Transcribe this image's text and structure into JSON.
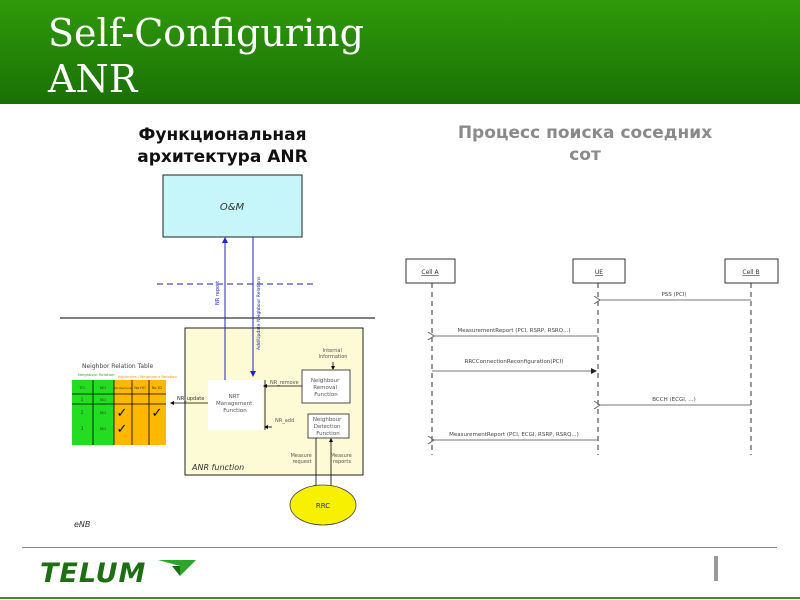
{
  "slide": {
    "title_line1": "Self-Configuring",
    "title_line2": "ANR",
    "brand_color": "#1e7a0e"
  },
  "left_panel": {
    "heading_line1": "Функциональная",
    "heading_line2": "архитектура ANR",
    "om_label": "O&M",
    "link_report": "NR report",
    "link_update": "Add/Update Neighbour Relations",
    "nrt_title": "Neighbor Relation Table",
    "nrt_group_left": "Neighbour Relation",
    "nrt_group_right": "Attributes / Neighbour Relation",
    "nrt_headers": [
      "TCI",
      "NCI",
      "No Remove",
      "No HO",
      "No X2"
    ],
    "nrt_rows": [
      {
        "tci": "1",
        "nci": "NCI",
        "no_remove": false,
        "no_ho": false,
        "no_x2": false
      },
      {
        "tci": "2",
        "nci": "NCI",
        "no_remove": true,
        "no_ho": false,
        "no_x2": true
      },
      {
        "tci": "3",
        "nci": "NCI",
        "no_remove": true,
        "no_ho": false,
        "no_x2": false
      }
    ],
    "check_glyph": "✓",
    "nrt_link": "NR_update",
    "nrm_function": [
      "NRT",
      "Management",
      "Function"
    ],
    "removal_label": "NR_remove",
    "detection_label": "NR_add",
    "internal_info": [
      "Internal",
      "Information"
    ],
    "removal_function": [
      "Neighbour",
      "Removal",
      "Function"
    ],
    "detection_function": [
      "Neighbour",
      "Detection",
      "Function"
    ],
    "measure_request": [
      "Measure",
      "request"
    ],
    "measure_reports": [
      "Measure",
      "reports"
    ],
    "anr_function": "ANR function",
    "rrc_label": "RRC",
    "enb_label": "eNB"
  },
  "right_panel": {
    "heading_line1": "Процесс поиска соседних",
    "heading_line2": "сот",
    "entities": [
      "Cell A",
      "UE",
      "Cell B"
    ],
    "messages": [
      {
        "label": "PSS (PCI)",
        "from": "Cell B",
        "to": "UE"
      },
      {
        "label": "MeasurementReport (PCI, RSRP, RSRQ...)",
        "from": "UE",
        "to": "Cell A"
      },
      {
        "label": "RRCConnectionReconfiguration(PCI)",
        "from": "Cell A",
        "to": "UE"
      },
      {
        "label": "BCCH (ECGI, ...)",
        "from": "Cell B",
        "to": "UE"
      },
      {
        "label": "MeasurementReport (PCI, ECGI, RSRP, RSRQ...)",
        "from": "UE",
        "to": "Cell A"
      }
    ]
  },
  "footer": {
    "logo_text": "TELUM"
  }
}
